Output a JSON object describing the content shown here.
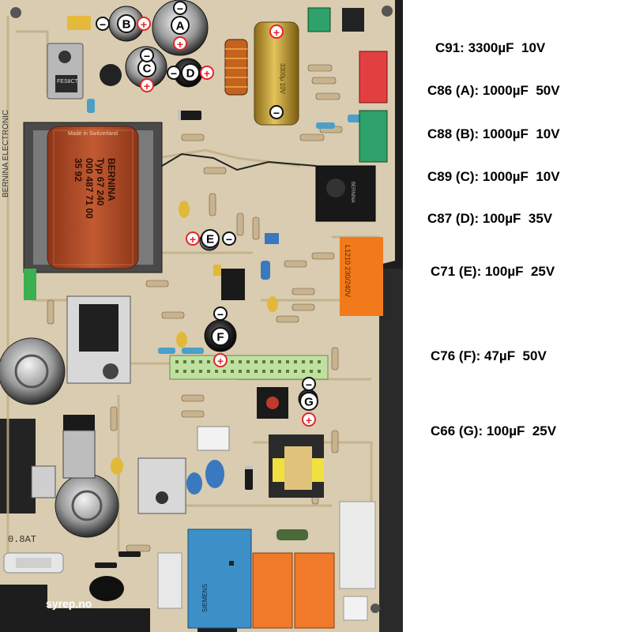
{
  "image": {
    "description_free_labels": true
  },
  "board": {
    "silkscreen_brand": "BERNINA ELECTRONIC",
    "transformer_text": [
      "BERNINA",
      "Typ 67 240",
      "000 487 71 00",
      "35 92"
    ],
    "transformer_made_in": "Made in Switzerland",
    "sticker_text": "L1210 230/240V",
    "fuse_label": "0.8AT",
    "credit": "syrep.no",
    "relay_brand": "SIEMENS"
  },
  "markers": [
    {
      "letter": "A"
    },
    {
      "letter": "B"
    },
    {
      "letter": "C"
    },
    {
      "letter": "D"
    },
    {
      "letter": "E"
    },
    {
      "letter": "F"
    },
    {
      "letter": "G"
    }
  ],
  "polarity": {
    "plus": "+",
    "minus": "−"
  },
  "legend": [
    {
      "text": "C91: 3300µF  10V"
    },
    {
      "text": "C86 (A): 1000µF  50V"
    },
    {
      "text": "C88 (B): 1000µF  10V"
    },
    {
      "text": "C89 (C): 1000µF  10V"
    },
    {
      "text": "C87 (D): 100µF  35V"
    },
    {
      "text": "C71 (E): 100µF  25V"
    },
    {
      "text": "C76 (F): 47µF  50V"
    },
    {
      "text": "C66 (G): 100µF  25V"
    }
  ],
  "colors": {
    "pcb": "#d9ccb0",
    "trace": "#b8a882",
    "transformer": "#b8552f",
    "relay_blue": "#3d8fc8",
    "relay_orange": "#f07a2a",
    "capacitor_gold": "#c9a33c",
    "marker_red": "#e3262b"
  }
}
